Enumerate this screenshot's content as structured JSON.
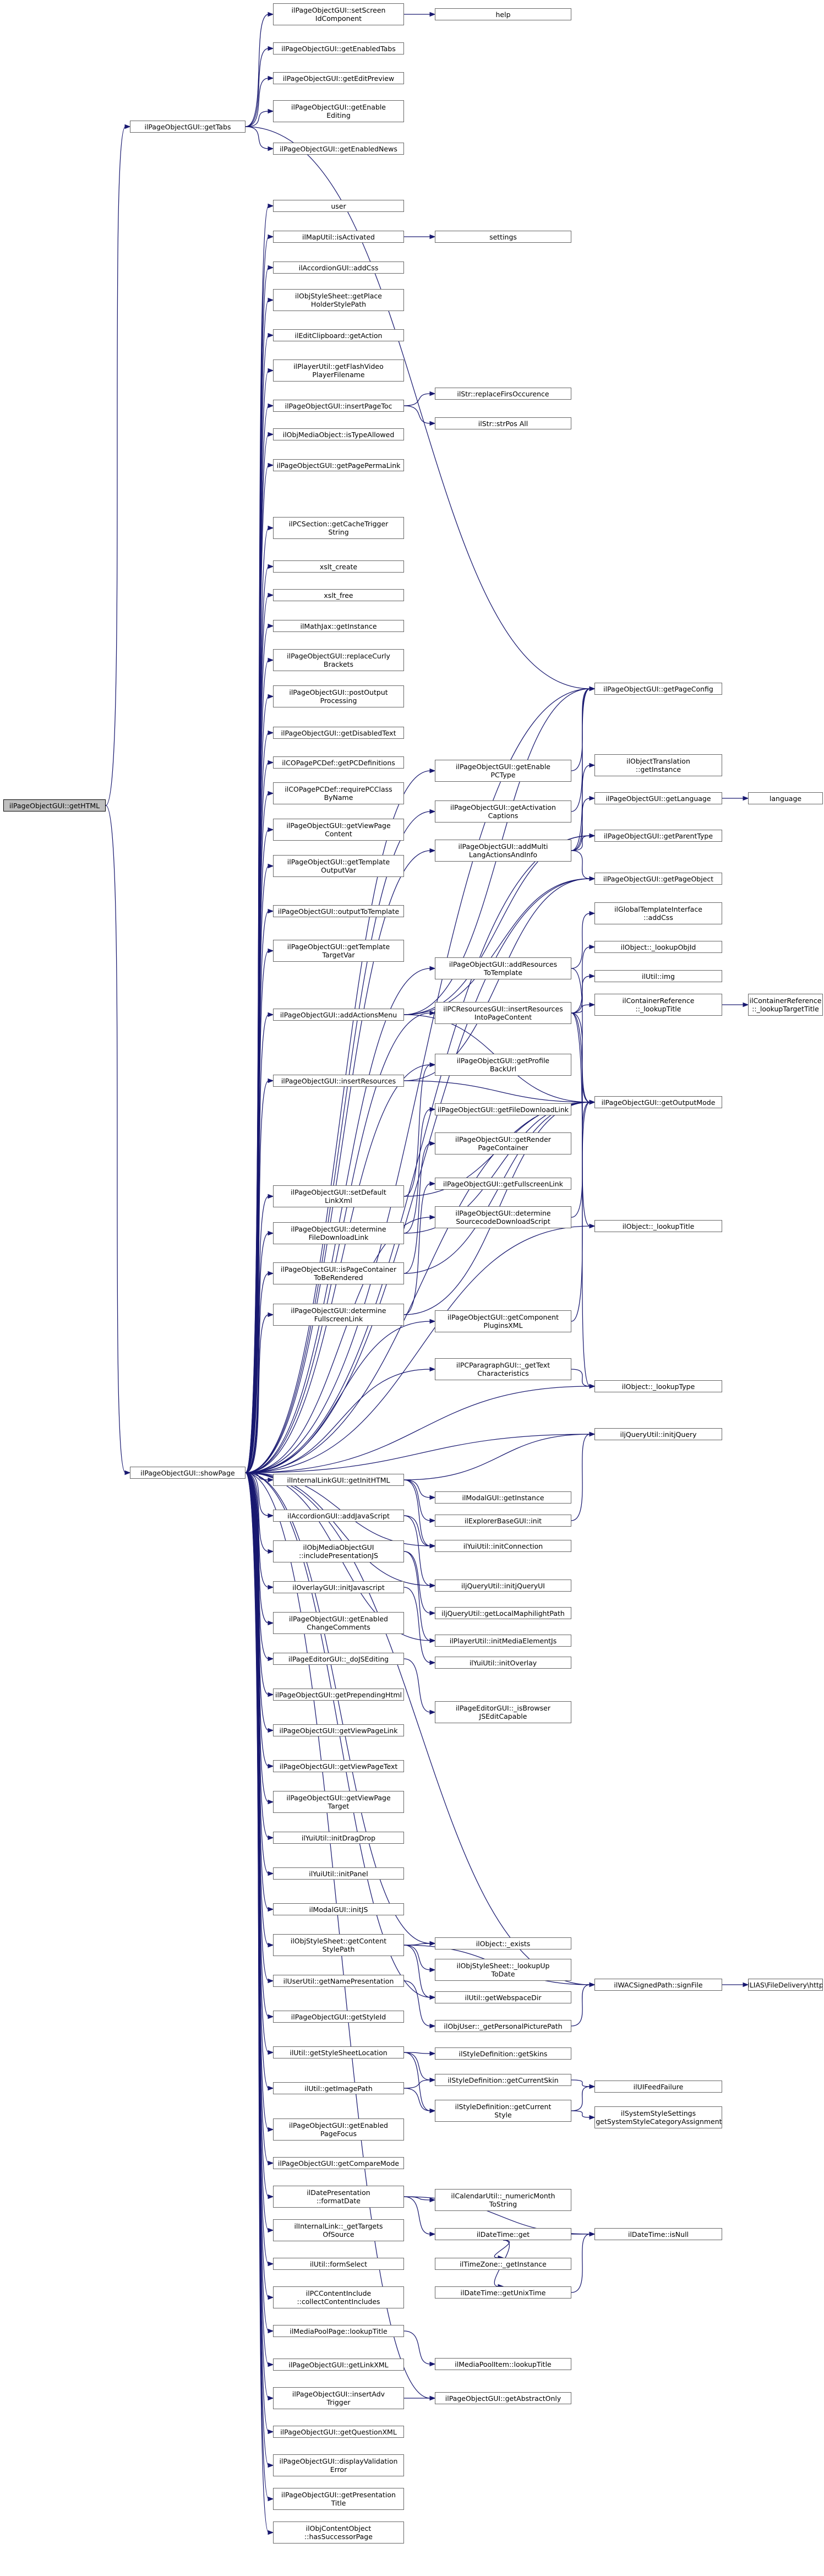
{
  "title": "",
  "nodes": [
    {
      "id": "n0",
      "label": "ilPageObjectGUI::getHTML",
      "root": true
    },
    {
      "id": "n1",
      "label": "ilPageObjectGUI::getTabs"
    },
    {
      "id": "n2",
      "label": "ilPageObjectGUI::showPage"
    },
    {
      "id": "n3",
      "label": "ilPageObjectGUI::setScreen\nIdComponent"
    },
    {
      "id": "n4",
      "label": "ilPageObjectGUI::getEnabledTabs"
    },
    {
      "id": "n5",
      "label": "ilPageObjectGUI::getEditPreview"
    },
    {
      "id": "n6",
      "label": "ilPageObjectGUI::getEnable\nEditing"
    },
    {
      "id": "n7",
      "label": "ilPageObjectGUI::getEnabledNews"
    },
    {
      "id": "n8",
      "label": "help"
    },
    {
      "id": "n9",
      "label": "user"
    },
    {
      "id": "n10",
      "label": "ilMapUtil::isActivated"
    },
    {
      "id": "n11",
      "label": "settings"
    },
    {
      "id": "n12",
      "label": "ilAccordionGUI::addCss"
    },
    {
      "id": "n13",
      "label": "ilObjStyleSheet::getPlace\nHolderStylePath"
    },
    {
      "id": "n14",
      "label": "ilEditClipboard::getAction"
    },
    {
      "id": "n15",
      "label": "ilPlayerUtil::getFlashVideo\nPlayerFilename"
    },
    {
      "id": "n16",
      "label": "ilPageObjectGUI::insertPageToc"
    },
    {
      "id": "n17",
      "label": "ilStr::replaceFirsOccurence"
    },
    {
      "id": "n18",
      "label": "ilStr::strPos All"
    },
    {
      "id": "n19",
      "label": "ilObjMediaObject::isTypeAllowed"
    },
    {
      "id": "n20",
      "label": "ilPageObjectGUI::getPagePermaLink"
    },
    {
      "id": "n21",
      "label": "ilPCSection::getCacheTrigger\nString"
    },
    {
      "id": "n22",
      "label": "xslt_create"
    },
    {
      "id": "n23",
      "label": "xslt_free"
    },
    {
      "id": "n24",
      "label": "ilMathJax::getInstance"
    },
    {
      "id": "n25",
      "label": "ilPageObjectGUI::replaceCurly\nBrackets"
    },
    {
      "id": "n26",
      "label": "ilPageObjectGUI::postOutput\nProcessing"
    },
    {
      "id": "n27",
      "label": "ilPageObjectGUI::getDisabledText"
    },
    {
      "id": "n28",
      "label": "ilCOPagePCDef::getPCDefinitions"
    },
    {
      "id": "n29",
      "label": "ilCOPagePCDef::requirePCClass\nByName"
    },
    {
      "id": "n30",
      "label": "ilPageObjectGUI::getViewPage\nContent"
    },
    {
      "id": "n31",
      "label": "ilPageObjectGUI::getTemplate\nOutputVar"
    },
    {
      "id": "n32",
      "label": "ilPageObjectGUI::outputToTemplate"
    },
    {
      "id": "n33",
      "label": "ilPageObjectGUI::getTemplate\nTargetVar"
    },
    {
      "id": "n34",
      "label": "ilPageObjectGUI::addActionsMenu"
    },
    {
      "id": "n35",
      "label": "ilPageObjectGUI::insertResources"
    },
    {
      "id": "n36",
      "label": "ilPageObjectGUI::setDefault\nLinkXml"
    },
    {
      "id": "n37",
      "label": "ilPageObjectGUI::determine\nFileDownloadLink"
    },
    {
      "id": "n38",
      "label": "ilPageObjectGUI::isPageContainer\nToBeRendered"
    },
    {
      "id": "n39",
      "label": "ilPageObjectGUI::determine\nFullscreenLink"
    },
    {
      "id": "n40",
      "label": "ilPageObjectGUI::getPageConfig"
    },
    {
      "id": "n41",
      "label": "ilPageObjectGUI::getEnable\nPCType"
    },
    {
      "id": "n42",
      "label": "ilPageObjectGUI::getActivation\nCaptions"
    },
    {
      "id": "n43",
      "label": "ilPageObjectGUI::addMulti\nLangActionsAndInfo"
    },
    {
      "id": "n44",
      "label": "ilObjectTranslation\n::getInstance"
    },
    {
      "id": "n45",
      "label": "ilPageObjectGUI::getLanguage"
    },
    {
      "id": "n46",
      "label": "language"
    },
    {
      "id": "n47",
      "label": "ilPageObjectGUI::getParentType"
    },
    {
      "id": "n48",
      "label": "ilPageObjectGUI::getPageObject"
    },
    {
      "id": "n49",
      "label": "ilPageObjectGUI::addResources\nToTemplate"
    },
    {
      "id": "n50",
      "label": "ilGlobalTemplateInterface\n::addCss"
    },
    {
      "id": "n51",
      "label": "ilPCResourcesGUI::insertResources\nIntoPageContent"
    },
    {
      "id": "n52",
      "label": "ilObject::_lookupObjId"
    },
    {
      "id": "n53",
      "label": "ilUtil::img"
    },
    {
      "id": "n54",
      "label": "ilContainerReference\n::_lookupTitle"
    },
    {
      "id": "n55",
      "label": "ilContainerReference\n::_lookupTargetTitle"
    },
    {
      "id": "n56",
      "label": "ilPageObjectGUI::getProfile\nBackUrl"
    },
    {
      "id": "n57",
      "label": "ilPageObjectGUI::getFileDownloadLink"
    },
    {
      "id": "n58",
      "label": "ilPageObjectGUI::getOutputMode"
    },
    {
      "id": "n59",
      "label": "ilPageObjectGUI::getRender\nPageContainer"
    },
    {
      "id": "n60",
      "label": "ilPageObjectGUI::getFullscreenLink"
    },
    {
      "id": "n61",
      "label": "ilPageObjectGUI::determine\nSourcecodeDownloadScript"
    },
    {
      "id": "n62",
      "label": "ilObject::_lookupTitle"
    },
    {
      "id": "n63",
      "label": "ilPageObjectGUI::getComponent\nPluginsXML"
    },
    {
      "id": "n64",
      "label": "ilPCParagraphGUI::_getText\nCharacteristics"
    },
    {
      "id": "n65",
      "label": "ilObject::_lookupType"
    },
    {
      "id": "n66",
      "label": "ilInternalLinkGUI::getInitHTML"
    },
    {
      "id": "n67",
      "label": "ilModalGUI::getInstance"
    },
    {
      "id": "n68",
      "label": "ilExplorerBaseGUI::init"
    },
    {
      "id": "n69",
      "label": "iljQueryUtil::initjQuery"
    },
    {
      "id": "n70",
      "label": "ilYuiUtil::initConnection"
    },
    {
      "id": "n71",
      "label": "ilAccordionGUI::addJavaScript"
    },
    {
      "id": "n72",
      "label": "iljQueryUtil::initjQueryUI"
    },
    {
      "id": "n73",
      "label": "ilObjMediaObjectGUI\n::includePresentationJS"
    },
    {
      "id": "n74",
      "label": "iljQueryUtil::getLocalMaphilightPath"
    },
    {
      "id": "n75",
      "label": "ilPlayerUtil::initMediaElementJs"
    },
    {
      "id": "n76",
      "label": "ilOverlayGUI::initJavascript"
    },
    {
      "id": "n77",
      "label": "ilYuiUtil::initOverlay"
    },
    {
      "id": "n78",
      "label": "ilPageObjectGUI::getEnabled\nChangeComments"
    },
    {
      "id": "n79",
      "label": "ilPageEditorGUI::_doJSEditing"
    },
    {
      "id": "n80",
      "label": "ilPageEditorGUI::_isBrowser\nJSEditCapable"
    },
    {
      "id": "n81",
      "label": "ilPageObjectGUI::getPrependingHtml"
    },
    {
      "id": "n82",
      "label": "ilPageObjectGUI::getViewPageLink"
    },
    {
      "id": "n83",
      "label": "ilPageObjectGUI::getViewPageText"
    },
    {
      "id": "n84",
      "label": "ilPageObjectGUI::getViewPage\nTarget"
    },
    {
      "id": "n85",
      "label": "ilYuiUtil::initDragDrop"
    },
    {
      "id": "n86",
      "label": "ilYuiUtil::initPanel"
    },
    {
      "id": "n87",
      "label": "ilModalGUI::initJS"
    },
    {
      "id": "n88",
      "label": "ilObjStyleSheet::getContent\nStylePath"
    },
    {
      "id": "n89",
      "label": "ilObject::_exists"
    },
    {
      "id": "n90",
      "label": "ilObjStyleSheet::_lookupUp\nToDate"
    },
    {
      "id": "n91",
      "label": "ilUtil::getWebspaceDir"
    },
    {
      "id": "n92",
      "label": "ilWACSignedPath::signFile"
    },
    {
      "id": "n93",
      "label": "ILIAS\\FileDelivery\\http"
    },
    {
      "id": "n94",
      "label": "ilUserUtil::getNamePresentation"
    },
    {
      "id": "n95",
      "label": "ilObjUser::_getPersonalPicturePath"
    },
    {
      "id": "n96",
      "label": "ilPageObjectGUI::getStyleId"
    },
    {
      "id": "n97",
      "label": "ilUtil::getStyleSheetLocation"
    },
    {
      "id": "n98",
      "label": "ilStyleDefinition::getSkins"
    },
    {
      "id": "n99",
      "label": "ilStyleDefinition::getCurrentSkin"
    },
    {
      "id": "n100",
      "label": "ilUtil::getImagePath"
    },
    {
      "id": "n101",
      "label": "ilStyleDefinition::getCurrent\nStyle"
    },
    {
      "id": "n102",
      "label": "ilUIFeedFailure"
    },
    {
      "id": "n103",
      "label": "ilSystemStyleSettings\n::getSystemStyleCategoryAssignments"
    },
    {
      "id": "n104",
      "label": "ilPageObjectGUI::getEnabled\nPageFocus"
    },
    {
      "id": "n105",
      "label": "ilPageObjectGUI::getCompareMode"
    },
    {
      "id": "n106",
      "label": "ilDatePresentation\n::formatDate"
    },
    {
      "id": "n107",
      "label": "ilCalendarUtil::_numericMonth\nToString"
    },
    {
      "id": "n108",
      "label": "ilDateTime::get"
    },
    {
      "id": "n109",
      "label": "ilTimeZone::_getInstance"
    },
    {
      "id": "n110",
      "label": "ilDateTime::getUnixTime"
    },
    {
      "id": "n111",
      "label": "ilDateTime::isNull"
    },
    {
      "id": "n112",
      "label": "ilInternalLink::_getTargets\nOfSource"
    },
    {
      "id": "n113",
      "label": "ilUtil::formSelect"
    },
    {
      "id": "n114",
      "label": "ilPCContentInclude\n::collectContentIncludes"
    },
    {
      "id": "n115",
      "label": "ilMediaPoolPage::lookupTitle"
    },
    {
      "id": "n116",
      "label": "ilMediaPoolItem::lookupTitle"
    },
    {
      "id": "n117",
      "label": "ilPageObjectGUI::getLinkXML"
    },
    {
      "id": "n118",
      "label": "ilPageObjectGUI::insertAdv\nTrigger"
    },
    {
      "id": "n119",
      "label": "ilPageObjectGUI::getAbstractOnly"
    },
    {
      "id": "n120",
      "label": "ilPageObjectGUI::getQuestionXML"
    },
    {
      "id": "n121",
      "label": "ilPageObjectGUI::displayValidation\nError"
    },
    {
      "id": "n122",
      "label": "ilPageObjectGUI::getPresentation\nTitle"
    },
    {
      "id": "n123",
      "label": "ilObjContentObject\n::hasSuccessorPage"
    }
  ],
  "edges": [
    [
      "n0",
      "n1"
    ],
    [
      "n0",
      "n2"
    ],
    [
      "n1",
      "n3"
    ],
    [
      "n1",
      "n4"
    ],
    [
      "n1",
      "n5"
    ],
    [
      "n1",
      "n6"
    ],
    [
      "n1",
      "n7"
    ],
    [
      "n1",
      "n40"
    ],
    [
      "n3",
      "n8"
    ],
    [
      "n2",
      "n9"
    ],
    [
      "n2",
      "n10"
    ],
    [
      "n2",
      "n12"
    ],
    [
      "n2",
      "n13"
    ],
    [
      "n2",
      "n14"
    ],
    [
      "n2",
      "n15"
    ],
    [
      "n2",
      "n16"
    ],
    [
      "n2",
      "n19"
    ],
    [
      "n2",
      "n20"
    ],
    [
      "n2",
      "n21"
    ],
    [
      "n2",
      "n22"
    ],
    [
      "n2",
      "n23"
    ],
    [
      "n2",
      "n24"
    ],
    [
      "n2",
      "n25"
    ],
    [
      "n2",
      "n26"
    ],
    [
      "n2",
      "n27"
    ],
    [
      "n2",
      "n28"
    ],
    [
      "n2",
      "n29"
    ],
    [
      "n2",
      "n30"
    ],
    [
      "n2",
      "n31"
    ],
    [
      "n2",
      "n32"
    ],
    [
      "n2",
      "n33"
    ],
    [
      "n2",
      "n34"
    ],
    [
      "n2",
      "n35"
    ],
    [
      "n2",
      "n36"
    ],
    [
      "n2",
      "n37"
    ],
    [
      "n2",
      "n38"
    ],
    [
      "n2",
      "n39"
    ],
    [
      "n2",
      "n40"
    ],
    [
      "n2",
      "n41"
    ],
    [
      "n2",
      "n42"
    ],
    [
      "n2",
      "n43"
    ],
    [
      "n2",
      "n47"
    ],
    [
      "n2",
      "n48"
    ],
    [
      "n2",
      "n49"
    ],
    [
      "n2",
      "n51"
    ],
    [
      "n2",
      "n56"
    ],
    [
      "n2",
      "n58"
    ],
    [
      "n2",
      "n61"
    ],
    [
      "n2",
      "n62"
    ],
    [
      "n2",
      "n63"
    ],
    [
      "n2",
      "n64"
    ],
    [
      "n2",
      "n65"
    ],
    [
      "n2",
      "n66"
    ],
    [
      "n2",
      "n69"
    ],
    [
      "n2",
      "n70"
    ],
    [
      "n2",
      "n71"
    ],
    [
      "n2",
      "n72"
    ],
    [
      "n2",
      "n73"
    ],
    [
      "n2",
      "n75"
    ],
    [
      "n2",
      "n76"
    ],
    [
      "n2",
      "n78"
    ],
    [
      "n2",
      "n79"
    ],
    [
      "n2",
      "n81"
    ],
    [
      "n2",
      "n82"
    ],
    [
      "n2",
      "n83"
    ],
    [
      "n2",
      "n84"
    ],
    [
      "n2",
      "n85"
    ],
    [
      "n2",
      "n86"
    ],
    [
      "n2",
      "n87"
    ],
    [
      "n2",
      "n88"
    ],
    [
      "n2",
      "n89"
    ],
    [
      "n2",
      "n91"
    ],
    [
      "n2",
      "n92"
    ],
    [
      "n2",
      "n94"
    ],
    [
      "n2",
      "n96"
    ],
    [
      "n2",
      "n97"
    ],
    [
      "n2",
      "n100"
    ],
    [
      "n2",
      "n104"
    ],
    [
      "n2",
      "n105"
    ],
    [
      "n2",
      "n106"
    ],
    [
      "n2",
      "n112"
    ],
    [
      "n2",
      "n113"
    ],
    [
      "n2",
      "n114"
    ],
    [
      "n2",
      "n115"
    ],
    [
      "n2",
      "n117"
    ],
    [
      "n2",
      "n118"
    ],
    [
      "n2",
      "n119"
    ],
    [
      "n2",
      "n120"
    ],
    [
      "n2",
      "n121"
    ],
    [
      "n2",
      "n122"
    ],
    [
      "n2",
      "n123"
    ],
    [
      "n10",
      "n11"
    ],
    [
      "n16",
      "n17"
    ],
    [
      "n16",
      "n18"
    ],
    [
      "n41",
      "n40"
    ],
    [
      "n42",
      "n40"
    ],
    [
      "n43",
      "n40"
    ],
    [
      "n43",
      "n44"
    ],
    [
      "n43",
      "n45"
    ],
    [
      "n43",
      "n47"
    ],
    [
      "n43",
      "n48"
    ],
    [
      "n45",
      "n46"
    ],
    [
      "n34",
      "n40"
    ],
    [
      "n34",
      "n47"
    ],
    [
      "n34",
      "n48"
    ],
    [
      "n34",
      "n58"
    ],
    [
      "n35",
      "n48"
    ],
    [
      "n35",
      "n58"
    ],
    [
      "n36",
      "n58"
    ],
    [
      "n36",
      "n56"
    ],
    [
      "n37",
      "n57"
    ],
    [
      "n37",
      "n58"
    ],
    [
      "n38",
      "n59"
    ],
    [
      "n38",
      "n58"
    ],
    [
      "n39",
      "n60"
    ],
    [
      "n39",
      "n58"
    ],
    [
      "n49",
      "n50"
    ],
    [
      "n49",
      "n58"
    ],
    [
      "n51",
      "n52"
    ],
    [
      "n51",
      "n53"
    ],
    [
      "n51",
      "n54"
    ],
    [
      "n51",
      "n58"
    ],
    [
      "n51",
      "n62"
    ],
    [
      "n51",
      "n65"
    ],
    [
      "n54",
      "n55"
    ],
    [
      "n61",
      "n58"
    ],
    [
      "n63",
      "n58"
    ],
    [
      "n64",
      "n65"
    ],
    [
      "n66",
      "n67"
    ],
    [
      "n66",
      "n68"
    ],
    [
      "n66",
      "n69"
    ],
    [
      "n66",
      "n70"
    ],
    [
      "n68",
      "n69"
    ],
    [
      "n71",
      "n70"
    ],
    [
      "n71",
      "n72"
    ],
    [
      "n73",
      "n74"
    ],
    [
      "n73",
      "n75"
    ],
    [
      "n76",
      "n77"
    ],
    [
      "n79",
      "n80"
    ],
    [
      "n88",
      "n89"
    ],
    [
      "n88",
      "n90"
    ],
    [
      "n88",
      "n91"
    ],
    [
      "n88",
      "n92"
    ],
    [
      "n92",
      "n93"
    ],
    [
      "n94",
      "n95"
    ],
    [
      "n95",
      "n92"
    ],
    [
      "n97",
      "n98"
    ],
    [
      "n97",
      "n99"
    ],
    [
      "n97",
      "n101"
    ],
    [
      "n99",
      "n102"
    ],
    [
      "n100",
      "n99"
    ],
    [
      "n100",
      "n101"
    ],
    [
      "n101",
      "n102"
    ],
    [
      "n101",
      "n103"
    ],
    [
      "n106",
      "n107"
    ],
    [
      "n106",
      "n108"
    ],
    [
      "n106",
      "n111"
    ],
    [
      "n108",
      "n109"
    ],
    [
      "n108",
      "n110"
    ],
    [
      "n108",
      "n111"
    ],
    [
      "n110",
      "n111"
    ],
    [
      "n115",
      "n116"
    ],
    [
      "n118",
      "n119"
    ]
  ]
}
